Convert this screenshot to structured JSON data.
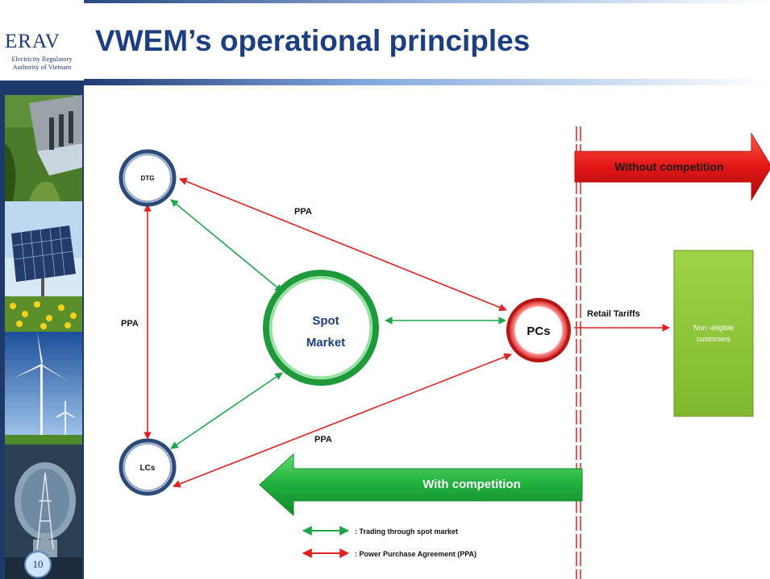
{
  "logo": {
    "name": "ERAV",
    "subtitle_line1": "Electricity Regulatory",
    "subtitle_line2": "Authority of Vietnam"
  },
  "title": "VWEM’s operational principles",
  "page_number": "10",
  "sidebar_photos": [
    "dam-photo",
    "solar-panel-photo",
    "wind-turbine-photo",
    "light-bulb-photo"
  ],
  "nodes": {
    "dtg": "DTG",
    "lcs": "LCs",
    "pcs": "PCs",
    "spot_line1": "Spot",
    "spot_line2": "Market",
    "customers_line1": "Non -eligible",
    "customers_line2": "customers"
  },
  "labels": {
    "ppa_top": "PPA",
    "ppa_left": "PPA",
    "ppa_bottom": "PPA",
    "retail_tariffs": "Retail Tariffs",
    "without_competition": "Without competition",
    "with_competition": "With competition"
  },
  "legend": {
    "green": ": Trading through spot market",
    "red": ": Power Purchase Agreement (PPA)"
  },
  "colors": {
    "title": "#1b3f80",
    "green_arrow": "#1fa64a",
    "red_arrow": "#e32020",
    "customers_box": "#8fc93a"
  }
}
